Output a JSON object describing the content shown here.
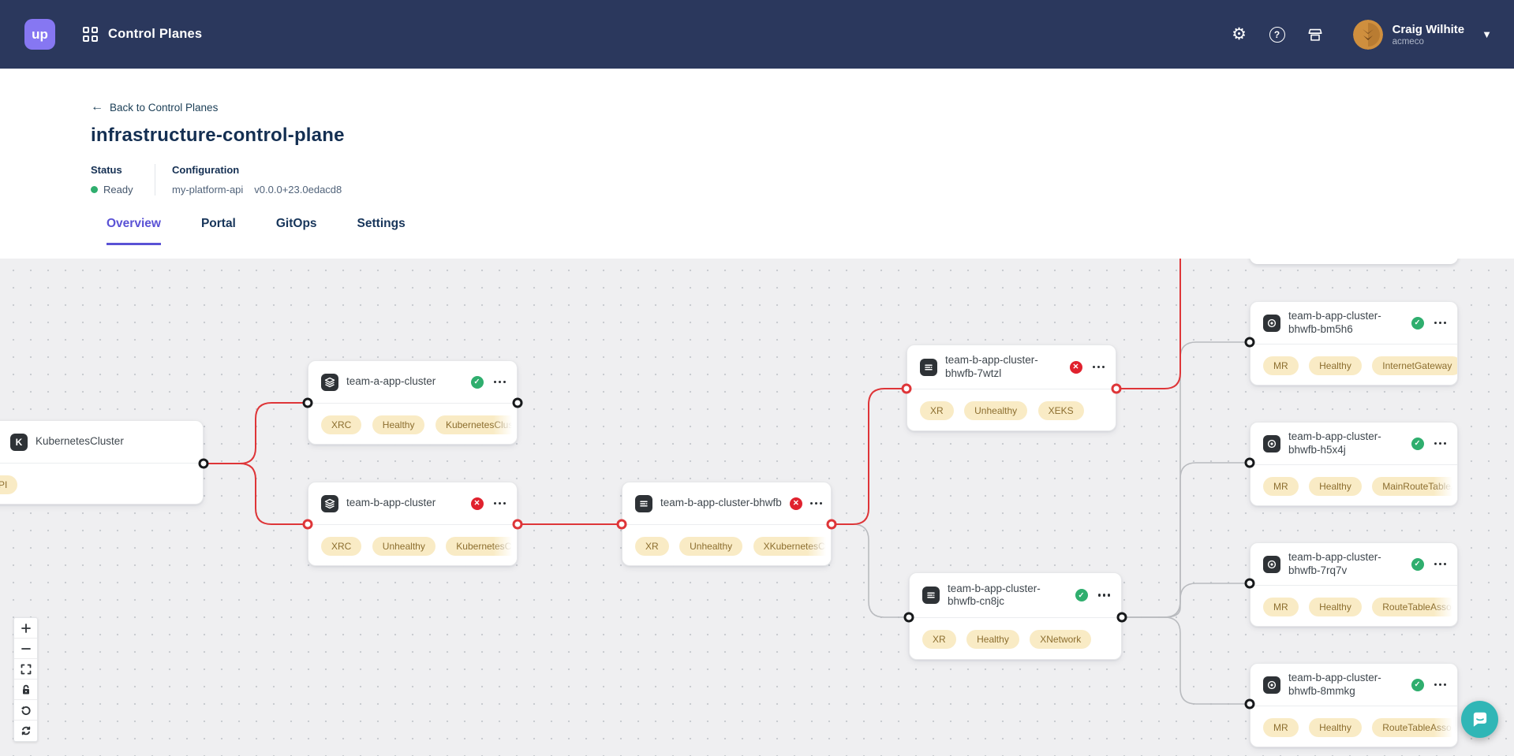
{
  "header": {
    "logo": "up",
    "title": "Control Planes",
    "icons": [
      "apps-grid-icon",
      "settings-icon",
      "help-icon",
      "marketplace-icon"
    ],
    "user": {
      "name": "Craig Wilhite",
      "org": "acmeco"
    }
  },
  "page": {
    "back": "Back to Control Planes",
    "title": "infrastructure-control-plane",
    "status_label": "Status",
    "status_value": "Ready",
    "config_label": "Configuration",
    "config_name": "my-platform-api",
    "config_version": "v0.0.0+23.0edacd8",
    "tabs": [
      {
        "label": "Overview",
        "active": true
      },
      {
        "label": "Portal",
        "active": false
      },
      {
        "label": "GitOps",
        "active": false
      },
      {
        "label": "Settings",
        "active": false
      }
    ]
  },
  "graph": {
    "nodes": [
      {
        "id": "kubernetescluster",
        "label": "KubernetesCluster",
        "icon": "kubernetes-icon",
        "status": null,
        "badges": [
          "API"
        ]
      },
      {
        "id": "team-a-app-cluster",
        "label": "team-a-app-cluster",
        "icon": "claim-layers-icon",
        "status": "healthy",
        "badges": [
          "XRC",
          "Healthy",
          "KubernetesCluster"
        ]
      },
      {
        "id": "team-b-app-cluster",
        "label": "team-b-app-cluster",
        "icon": "claim-layers-icon",
        "status": "unhealthy",
        "badges": [
          "XRC",
          "Unhealthy",
          "KubernetesCluster"
        ]
      },
      {
        "id": "team-b-app-cluster-bhwfb",
        "label": "team-b-app-cluster-bhwfb",
        "icon": "composite-list-icon",
        "status": "unhealthy",
        "badges": [
          "XR",
          "Unhealthy",
          "XKubernetesCluster"
        ]
      },
      {
        "id": "team-b-app-cluster-bhwfb-7wtzl",
        "label": "team-b-app-cluster-bhwfb-7wtzl",
        "icon": "composite-list-icon",
        "status": "unhealthy",
        "badges": [
          "XR",
          "Unhealthy",
          "XEKS"
        ]
      },
      {
        "id": "team-b-app-cluster-bhwfb-cn8jc",
        "label": "team-b-app-cluster-bhwfb-cn8jc",
        "icon": "composite-list-icon",
        "status": "healthy",
        "badges": [
          "XR",
          "Healthy",
          "XNetwork"
        ]
      },
      {
        "id": "team-b-app-cluster-bhwfb-bm5h6",
        "label": "team-b-app-cluster-bhwfb-bm5h6",
        "icon": "managed-target-icon",
        "status": "healthy",
        "badges": [
          "MR",
          "Healthy",
          "InternetGateway"
        ]
      },
      {
        "id": "team-b-app-cluster-bhwfb-h5x4j",
        "label": "team-b-app-cluster-bhwfb-h5x4j",
        "icon": "managed-target-icon",
        "status": "healthy",
        "badges": [
          "MR",
          "Healthy",
          "MainRouteTableAssociation"
        ]
      },
      {
        "id": "team-b-app-cluster-bhwfb-7rq7v",
        "label": "team-b-app-cluster-bhwfb-7rq7v",
        "icon": "managed-target-icon",
        "status": "healthy",
        "badges": [
          "MR",
          "Healthy",
          "RouteTableAssociation"
        ]
      },
      {
        "id": "team-b-app-cluster-bhwfb-8mmkg",
        "label": "team-b-app-cluster-bhwfb-8mmkg",
        "icon": "managed-target-icon",
        "status": "healthy",
        "badges": [
          "MR",
          "Healthy",
          "RouteTableAssociation"
        ]
      }
    ],
    "controls": [
      "zoom-in",
      "zoom-out",
      "fit-view",
      "lock-interactivity",
      "reset-view",
      "reload"
    ],
    "chat": "chat-launcher"
  },
  "colors": {
    "header_bg": "#2b385d",
    "accent_purple": "#5a52d5",
    "logo_purple": "#8677f2",
    "healthy_green": "#2fae6e",
    "unhealthy_red": "#e0222e",
    "edge_error": "#de3538",
    "edge_neutral": "#b9bbbf",
    "badge_bg": "#f9ebc5",
    "badge_text": "#8c6e2f",
    "chat_teal": "#30b6b6"
  }
}
